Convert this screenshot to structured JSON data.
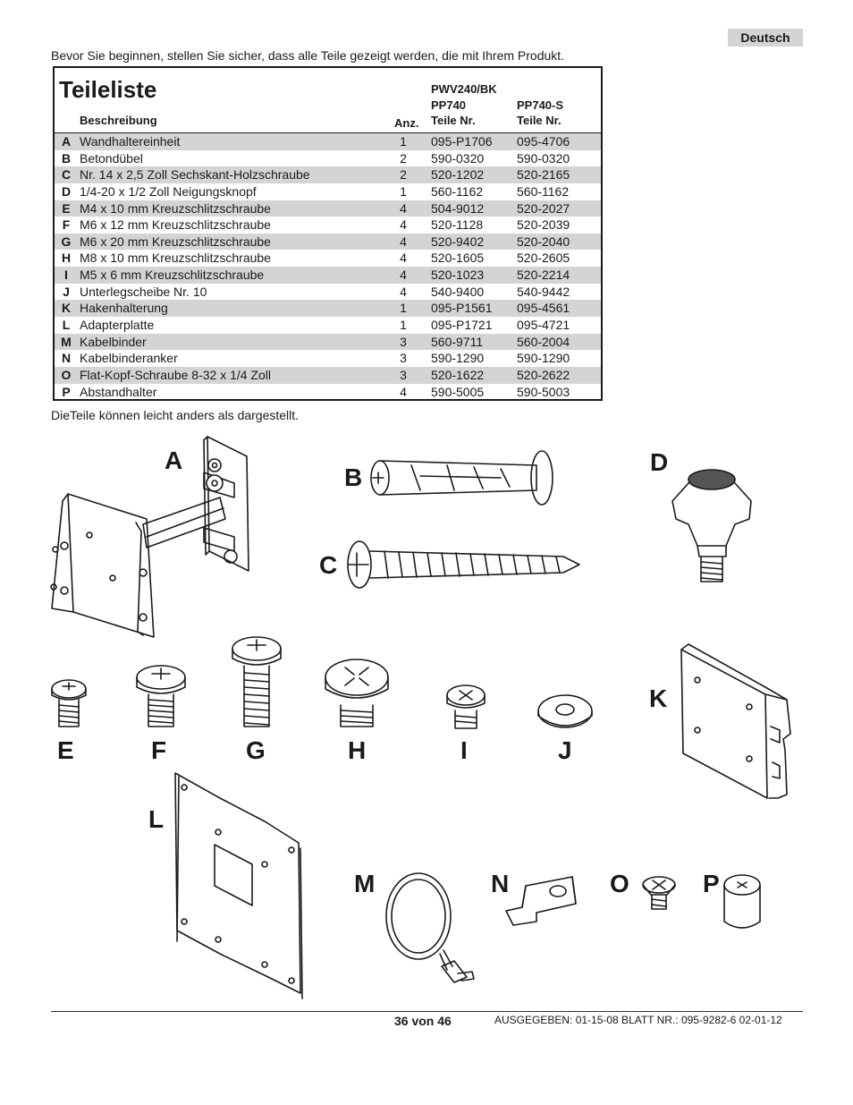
{
  "language_badge": "Deutsch",
  "intro_text": "Bevor Sie beginnen, stellen Sie sicher, dass alle Teile gezeigt werden, die mit Ihrem Produkt.",
  "parts_list": {
    "title": "Teileliste",
    "headers": {
      "description": "Beschreibung",
      "qty": "Anz.",
      "col1_line1": "PWV240/BK",
      "col1_line2": "PP740",
      "col1_line3": "Teile Nr.",
      "col2_line1": "PP740-S",
      "col2_line2": "Teile Nr."
    },
    "rows": [
      {
        "letter": "A",
        "desc": "Wandhaltereinheit",
        "qty": "1",
        "p1": "095-P1706",
        "p2": "095-4706"
      },
      {
        "letter": "B",
        "desc": "Betondübel",
        "qty": "2",
        "p1": "590-0320",
        "p2": "590-0320"
      },
      {
        "letter": "C",
        "desc": "Nr. 14 x 2,5 Zoll Sechskant-Holzschraube",
        "qty": "2",
        "p1": "520-1202",
        "p2": "520-2165"
      },
      {
        "letter": "D",
        "desc": "1/4-20 x 1/2 Zoll Neigungsknopf",
        "qty": "1",
        "p1": "560-1162",
        "p2": "560-1162"
      },
      {
        "letter": "E",
        "desc": "M4 x 10 mm Kreuzschlitzschraube",
        "qty": "4",
        "p1": "504-9012",
        "p2": "520-2027"
      },
      {
        "letter": "F",
        "desc": "M6 x 12 mm Kreuzschlitzschraube",
        "qty": "4",
        "p1": "520-1128",
        "p2": "520-2039"
      },
      {
        "letter": "G",
        "desc": "M6 x 20 mm Kreuzschlitzschraube",
        "qty": "4",
        "p1": "520-9402",
        "p2": "520-2040"
      },
      {
        "letter": "H",
        "desc": "M8 x 10 mm Kreuzschlitzschraube",
        "qty": "4",
        "p1": "520-1605",
        "p2": "520-2605"
      },
      {
        "letter": "I",
        "desc": "M5 x 6 mm Kreuzschlitzschraube",
        "qty": "4",
        "p1": "520-1023",
        "p2": "520-2214"
      },
      {
        "letter": "J",
        "desc": "Unterlegscheibe Nr. 10",
        "qty": "4",
        "p1": "540-9400",
        "p2": "540-9442"
      },
      {
        "letter": "K",
        "desc": "Hakenhalterung",
        "qty": "1",
        "p1": "095-P1561",
        "p2": "095-4561"
      },
      {
        "letter": "L",
        "desc": "Adapterplatte",
        "qty": "1",
        "p1": "095-P1721",
        "p2": "095-4721"
      },
      {
        "letter": "M",
        "desc": "Kabelbinder",
        "qty": "3",
        "p1": "560-9711",
        "p2": "560-2004"
      },
      {
        "letter": "N",
        "desc": "Kabelbinderanker",
        "qty": "3",
        "p1": "590-1290",
        "p2": "590-1290"
      },
      {
        "letter": "O",
        "desc": "Flat-Kopf-Schraube 8-32 x 1/4 Zoll",
        "qty": "3",
        "p1": "520-1622",
        "p2": "520-2622"
      },
      {
        "letter": "P",
        "desc": "Abstandhalter",
        "qty": "4",
        "p1": "590-5005",
        "p2": "590-5003"
      }
    ]
  },
  "note_text": "DieTeile können leicht anders als dargestellt.",
  "figure_labels": {
    "A": "A",
    "B": "B",
    "C": "C",
    "D": "D",
    "E": "E",
    "F": "F",
    "G": "G",
    "H": "H",
    "I": "I",
    "J": "J",
    "K": "K",
    "L": "L",
    "M": "M",
    "N": "N",
    "O": "O",
    "P": "P"
  },
  "footer": {
    "page": "36 von 46",
    "issued": "AUSGEGEBEN: 01-15-08   BLATT NR.: 095-9282-6  02-01-12"
  }
}
